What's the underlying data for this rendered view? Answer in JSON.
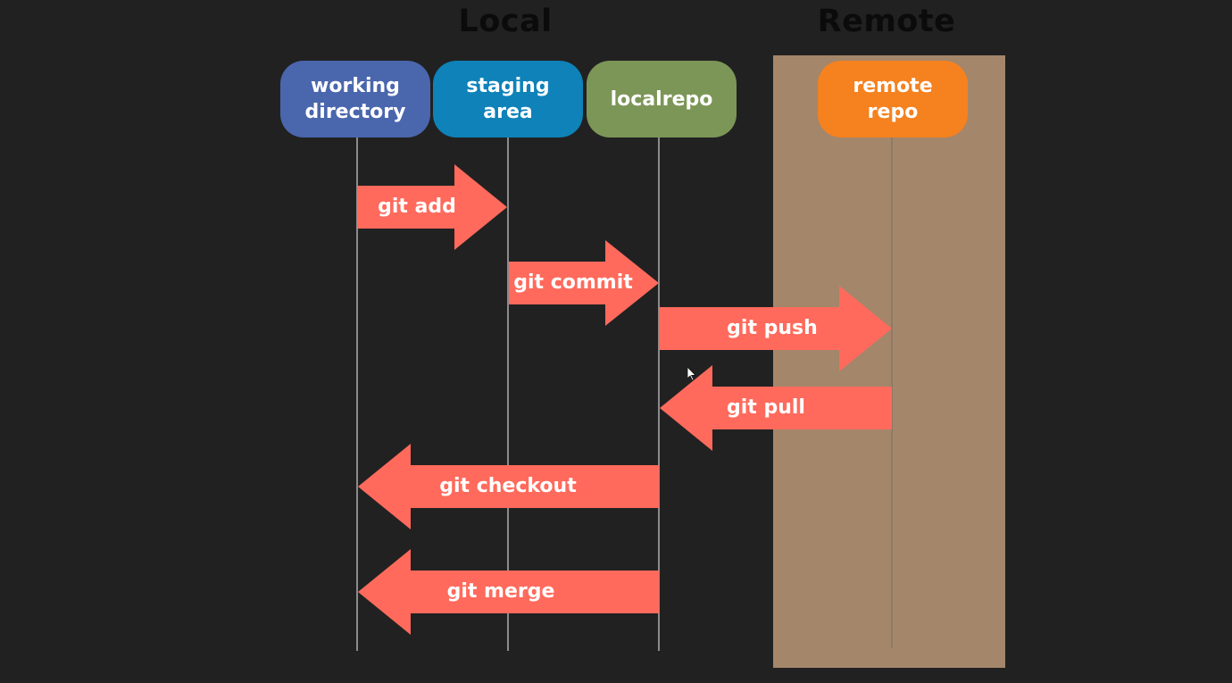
{
  "sections": {
    "local": "Local",
    "remote": "Remote"
  },
  "nodes": {
    "working_directory": "working\ndirectory",
    "staging_area": "staging\narea",
    "local_repo": "localrepo",
    "remote_repo": "remote\nrepo"
  },
  "commands": {
    "add": "git add",
    "commit": "git commit",
    "push": "git push",
    "pull": "git pull",
    "checkout": "git checkout",
    "merge": "git merge"
  },
  "colors": {
    "background": "#212121",
    "working_directory": "#4a66ad",
    "staging_area": "#0e82b9",
    "local_repo": "#7c9657",
    "remote_repo": "#f5811f",
    "remote_panel": "#a4866a",
    "arrow": "#ff6a5c"
  },
  "icons": {
    "cursor": "mouse-pointer-icon"
  }
}
